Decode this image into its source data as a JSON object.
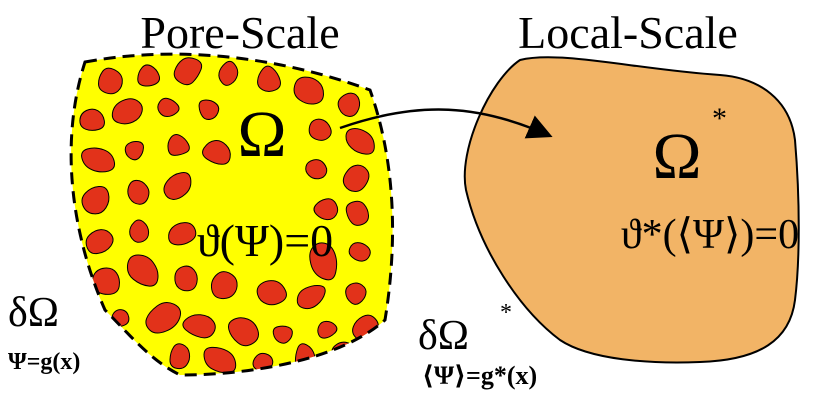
{
  "pore": {
    "title": "Pore-Scale",
    "domain_symbol": "Ω",
    "equation": "ϑ(Ψ)=0",
    "boundary": {
      "delta": "δΩ",
      "condition": "Ψ=g(x)"
    }
  },
  "local": {
    "title": "Local-Scale",
    "domain_symbol": "Ω",
    "domain_star": "*",
    "equation": "ϑ*(⟨Ψ⟩)=0",
    "boundary": {
      "delta": "δΩ",
      "star": "*",
      "condition": "⟨Ψ⟩=g*(x)"
    }
  },
  "colors": {
    "pore_fill": "#ffff00",
    "grain_fill": "#e2321a",
    "local_fill": "#f2b466",
    "outline": "#000000"
  }
}
